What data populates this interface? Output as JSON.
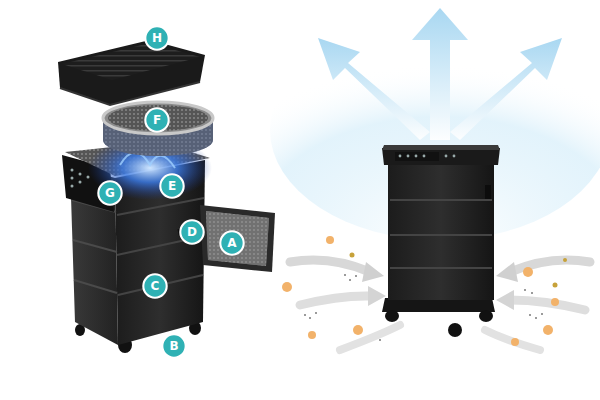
{
  "diagram": {
    "nodes": [
      {
        "text": [
          "H"
        ]
      },
      {
        "text": [
          "F"
        ]
      },
      {
        "text": [
          "E"
        ]
      },
      {
        "text": [
          "G"
        ]
      },
      {
        "text": [
          "D"
        ]
      },
      {
        "text": [
          "A"
        ]
      },
      {
        "text": [
          "C"
        ]
      },
      {
        "text": [
          "B"
        ]
      }
    ]
  }
}
